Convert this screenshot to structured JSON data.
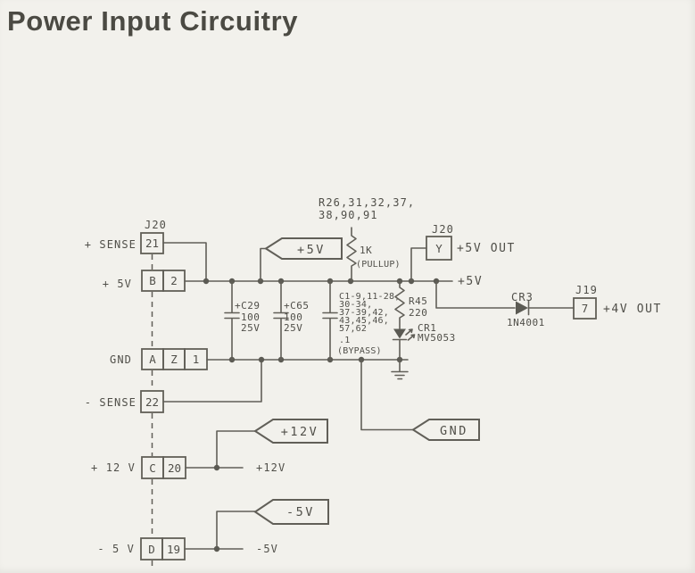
{
  "title": "Power Input Circuitry",
  "colors": {
    "ink": "#615f58",
    "text": "#504f49",
    "background": "#f2f1ec",
    "title_text": "#4b4a43"
  },
  "left_connector": {
    "name": "J20",
    "rows": {
      "sense_pos": {
        "signal": "+ SENSE",
        "pin": "21"
      },
      "v5": {
        "signal": "+ 5V",
        "pin_a": "B",
        "pin_b": "2"
      },
      "gnd": {
        "signal": "GND",
        "pin_a": "A",
        "pin_b": "Z",
        "pin_c": "1"
      },
      "sense_neg": {
        "signal": "- SENSE",
        "pin": "22"
      },
      "v12": {
        "signal": "+ 12 V",
        "pin_a": "C",
        "pin_b": "20",
        "net": "+12V"
      },
      "v5neg": {
        "signal": "- 5 V",
        "pin_a": "D",
        "pin_b": "19",
        "net": "-5V"
      }
    }
  },
  "flags": {
    "v5": "+5V",
    "v12": "+12V",
    "v5neg": "-5V",
    "gnd": "GND"
  },
  "pullup": {
    "refs1": "R26,31,32,37,",
    "refs2": "38,90,91",
    "value": "1K",
    "note": "(PULLUP)"
  },
  "caps": {
    "c29": {
      "label": "+C29",
      "value": "100",
      "voltage": "25V"
    },
    "c65": {
      "label": "+C65",
      "value": "100",
      "voltage": "25V"
    },
    "bypass": {
      "refs1": "C1-9,11-28,",
      "refs2": "30-34,",
      "refs3": "37-39,42,",
      "refs4": "43,45,46,",
      "refs5": "57,62",
      "value": ".1",
      "note": "(BYPASS)"
    }
  },
  "indicator": {
    "r_ref": "R45",
    "r_value": "220",
    "led_ref": "CR1",
    "led_part": "MV5053"
  },
  "out5": {
    "connector": "J20",
    "pin": "Y",
    "label": "+5V OUT",
    "bus_label": "+5V"
  },
  "out4": {
    "diode_ref": "CR3",
    "diode_part": "1N4001",
    "connector": "J19",
    "pin": "7",
    "label": "+4V OUT"
  }
}
